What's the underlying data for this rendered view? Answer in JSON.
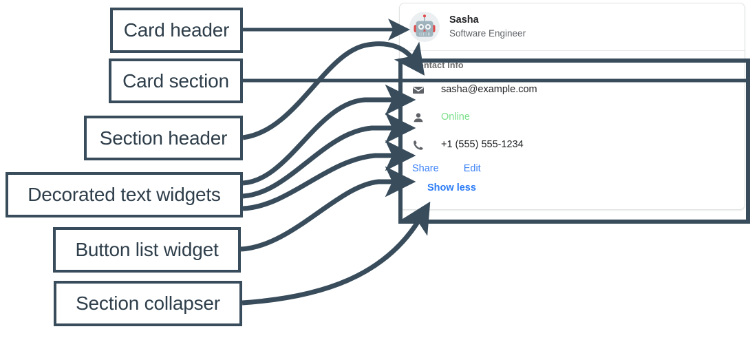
{
  "annotations": [
    {
      "label": "Card header",
      "name": "annotation-card-header"
    },
    {
      "label": "Card section",
      "name": "annotation-card-section"
    },
    {
      "label": "Section header",
      "name": "annotation-section-header"
    },
    {
      "label": "Decorated text widgets",
      "name": "annotation-decorated-text-widgets"
    },
    {
      "label": "Button list widget",
      "name": "annotation-button-list-widget"
    },
    {
      "label": "Section collapser",
      "name": "annotation-section-collapser"
    }
  ],
  "card": {
    "header": {
      "avatar_icon": "robot-avatar-icon",
      "name": "Sasha",
      "subtitle": "Software Engineer"
    },
    "section": {
      "header": "Contact Info",
      "rows": [
        {
          "icon": "mail-icon",
          "text": "sasha@example.com",
          "style": "default"
        },
        {
          "icon": "person-icon",
          "text": "Online",
          "style": "online"
        },
        {
          "icon": "phone-icon",
          "text": "+1 (555) 555-1234",
          "style": "default"
        }
      ],
      "buttons": [
        {
          "label": "Share",
          "name": "share-button"
        },
        {
          "label": "Edit",
          "name": "edit-button"
        }
      ],
      "collapser": {
        "label": "Show less",
        "name": "show-less-button"
      }
    }
  },
  "colors": {
    "annotation_stroke": "#384C5B",
    "link_blue": "#3B82F6",
    "collapser_blue": "#2B7CF6",
    "status_green": "#7BE08A",
    "muted_gray": "#5F6368",
    "text_dark": "#202124",
    "card_border": "#E3E3E3"
  }
}
